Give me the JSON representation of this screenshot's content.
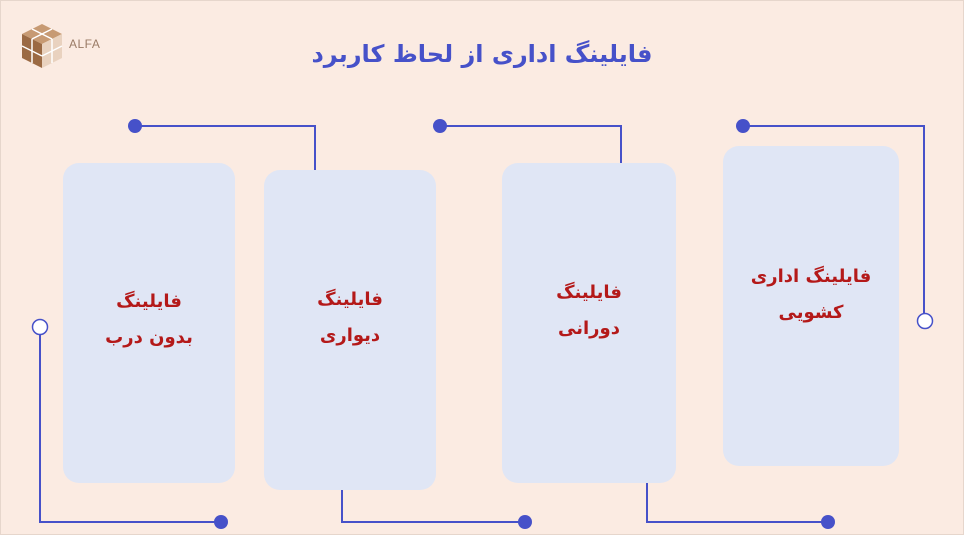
{
  "title": "فایلینگ اداری از لحاظ کاربرد",
  "logo": {
    "text": "ALFA"
  },
  "colors": {
    "background": "#fbebe2",
    "card": "#e0e6f5",
    "title": "#4651c9",
    "label": "#b41919",
    "connector": "#4651c9"
  },
  "items": [
    {
      "line1": "فایلینگ اداری",
      "line2": "کشویی"
    },
    {
      "line1": "فایلینگ",
      "line2": "دورانی"
    },
    {
      "line1": "فایلینگ",
      "line2": "دیواری"
    },
    {
      "line1": "فایلینگ",
      "line2": "بدون درب"
    }
  ]
}
